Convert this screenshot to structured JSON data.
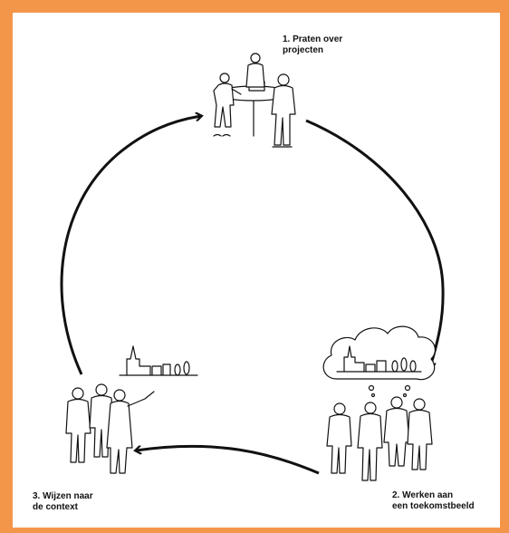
{
  "colors": {
    "frame": "#f4964a",
    "ink": "#111111"
  },
  "steps": [
    {
      "line1": "1. Praten over",
      "line2": "projecten",
      "icon": "people-at-table-with-model-icon"
    },
    {
      "line1": "2. Werken aan",
      "line2": "een toekomstbeeld",
      "icon": "people-thinking-of-village-icon"
    },
    {
      "line1": "3. Wijzen naar",
      "line2": "de context",
      "icon": "people-pointing-at-village-icon"
    }
  ]
}
